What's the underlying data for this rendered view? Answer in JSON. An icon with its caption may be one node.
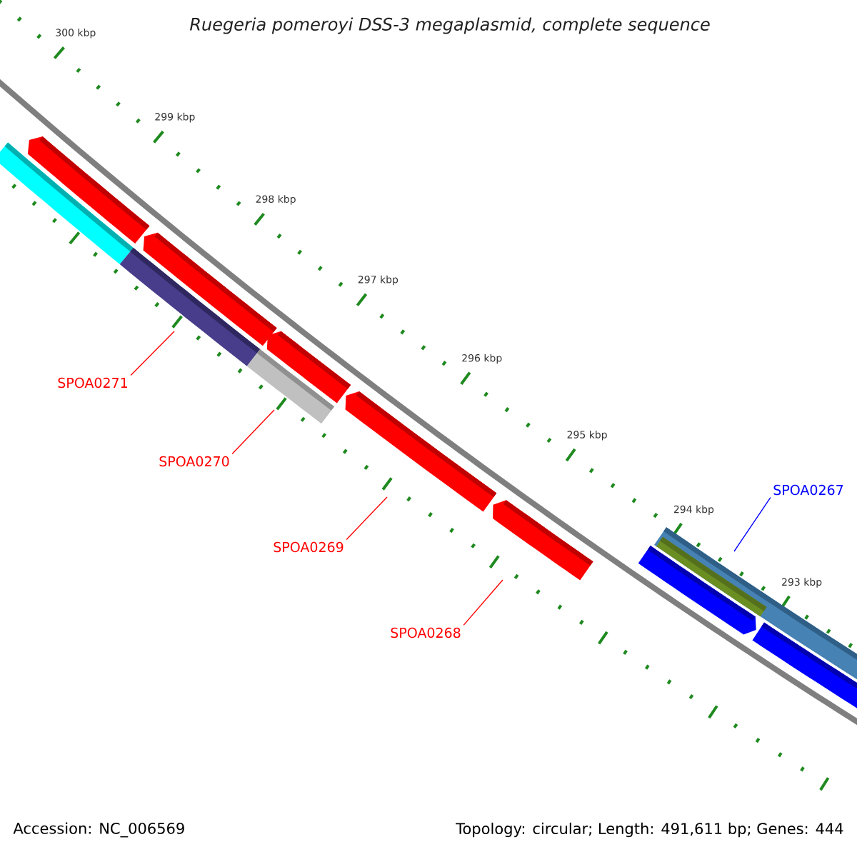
{
  "diagram": {
    "title": "Ruegeria pomeroyi DSS-3 megaplasmid, complete sequence",
    "nodes": [
      {
        "text": [
          "SPOA0271"
        ]
      },
      {
        "text": [
          "SPOA0270"
        ]
      },
      {
        "text": [
          "SPOA0269"
        ]
      },
      {
        "text": [
          "SPOA0268"
        ]
      },
      {
        "text": [
          "SPOA0267"
        ]
      }
    ],
    "edges": [
      {
        "from": 0,
        "to": null,
        "arrow": "none"
      },
      {
        "from": 1,
        "to": null,
        "arrow": "none"
      },
      {
        "from": 2,
        "to": null,
        "arrow": "none"
      },
      {
        "from": 3,
        "to": null,
        "arrow": "none"
      },
      {
        "from": 4,
        "to": null,
        "arrow": "none",
        "color": "#0000ff"
      }
    ],
    "labels": [
      "300 kbp",
      "299 kbp",
      "298 kbp",
      "297 kbp",
      "296 kbp",
      "295 kbp",
      "294 kbp",
      "293 kbp",
      "Accession: NC_006569",
      "Topology: circular; Length: 491,611 bp; Genes: 444"
    ]
  }
}
